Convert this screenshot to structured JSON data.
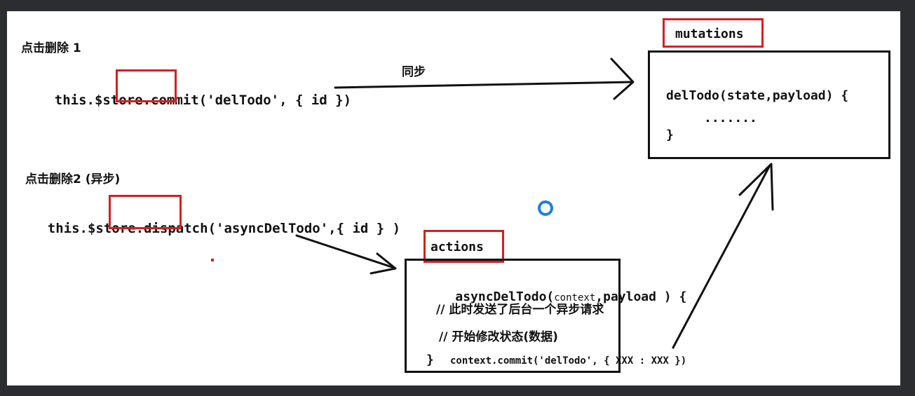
{
  "flow1": {
    "label": "点击删除 1",
    "code_prefix": "this.$store.",
    "code_method": "commit",
    "code_suffix": "('delTodo', { id })",
    "arrow_label": "同步"
  },
  "mutations": {
    "title": "mutations",
    "line1": "delTodo(state,payload) {",
    "line2": ".......",
    "line3": "}"
  },
  "flow2": {
    "label": "点击删除2 (异步)",
    "code_prefix": "this.$store.",
    "code_method": "dispatch",
    "code_suffix": "('asyncDelTodo',{ id } )"
  },
  "actions": {
    "title": "actions",
    "line1_a": "asyncDelTodo(",
    "line1_b": "context",
    "line1_c": ",payload ) {",
    "line2": "// 此时发送了后台一个异步请求",
    "line3": "// 开始修改状态(数据)",
    "line4_brace": "}",
    "line4_code": "context.commit('delTodo', { XXX : XXX })"
  },
  "colors": {
    "highlight": "#d42020",
    "ink": "#111111",
    "cursor": "#1e7fe0"
  }
}
